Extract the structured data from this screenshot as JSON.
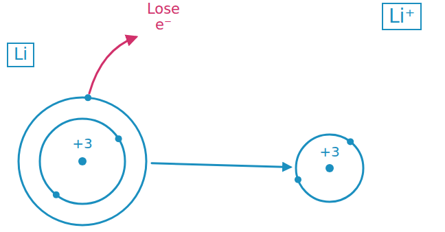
{
  "diagram": {
    "nodes": [
      {
        "text": [
          "Li"
        ]
      },
      {
        "text": [
          "+3"
        ]
      },
      {
        "text": [
          "Li⁺"
        ]
      },
      {
        "text": [
          "+3"
        ]
      }
    ],
    "edges": [
      {
        "from": 1,
        "to": 3,
        "arrow": "to"
      }
    ],
    "labels": [
      "Lose e⁻"
    ]
  }
}
